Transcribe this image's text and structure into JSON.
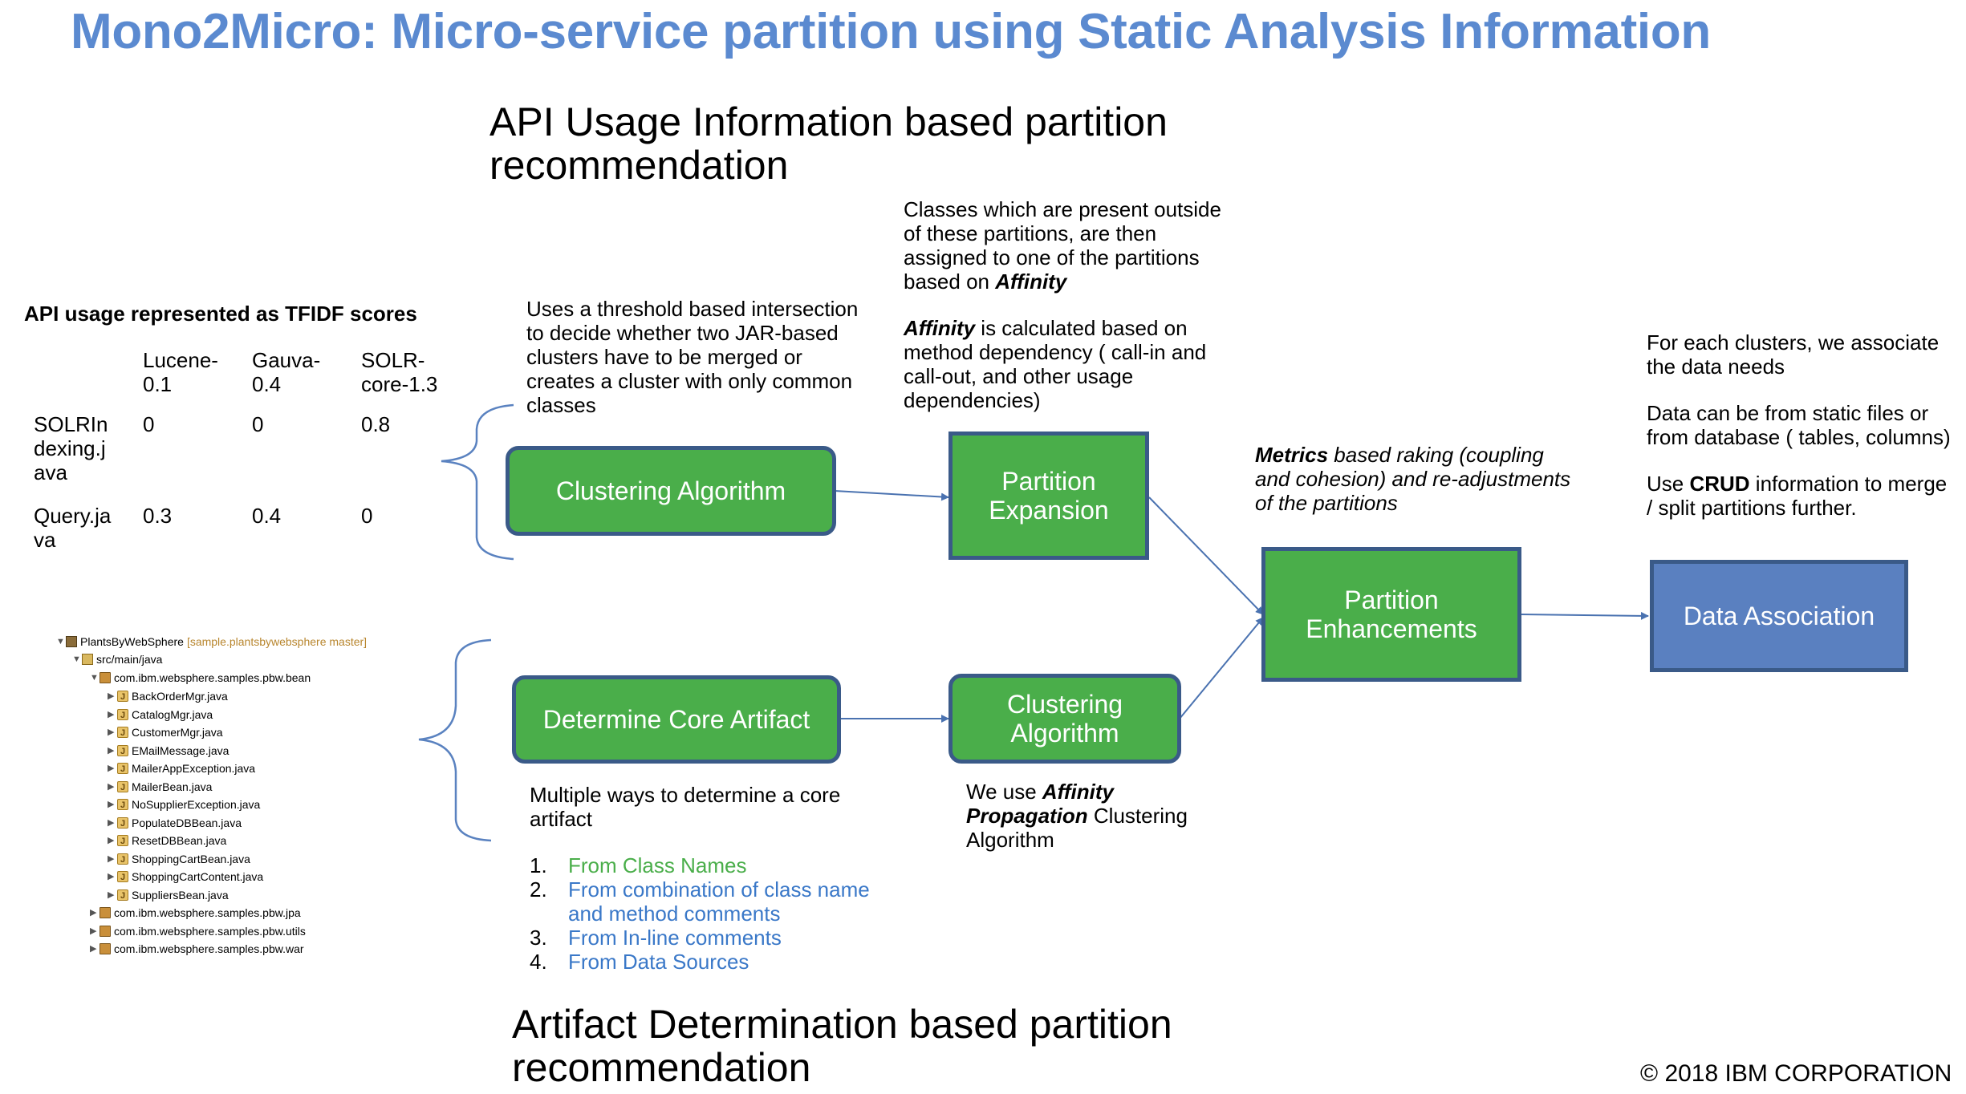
{
  "title": "Mono2Micro: Micro-service partition using Static Analysis Information",
  "top_heading": "API Usage Information based partition recommendation",
  "bottom_heading": "Artifact Determination based partition recommendation",
  "tfidf": {
    "caption": "API usage represented as TFIDF scores",
    "columns": [
      "Lucene-0.1",
      "Gauva-0.4",
      "SOLR-core-1.3"
    ],
    "rows": [
      {
        "name": "SOLRIndexing.java",
        "values": [
          "0",
          "0",
          "0.8"
        ]
      },
      {
        "name": "Query.java",
        "values": [
          "0.3",
          "0.4",
          "0"
        ]
      }
    ]
  },
  "project_tree": {
    "project": "PlantsByWebSphere",
    "project_meta": "[sample.plantsbywebsphere master]",
    "source_folder": "src/main/java",
    "bean_package": "com.ibm.websphere.samples.pbw.bean",
    "files": [
      "BackOrderMgr.java",
      "CatalogMgr.java",
      "CustomerMgr.java",
      "EMailMessage.java",
      "MailerAppException.java",
      "MailerBean.java",
      "NoSupplierException.java",
      "PopulateDBBean.java",
      "ResetDBBean.java",
      "ShoppingCartBean.java",
      "ShoppingCartContent.java",
      "SuppliersBean.java"
    ],
    "other_packages": [
      "com.ibm.websphere.samples.pbw.jpa",
      "com.ibm.websphere.samples.pbw.utils",
      "com.ibm.websphere.samples.pbw.war"
    ]
  },
  "boxes": {
    "clustering_top": "Clustering Algorithm",
    "partition_expansion": "Partition Expansion",
    "determine_core": "Determine Core Artifact",
    "clustering_bottom": "Clustering Algorithm",
    "partition_enhancements": "Partition Enhancements",
    "data_association": "Data Association"
  },
  "notes": {
    "threshold": "Uses a threshold based intersection to decide whether two JAR-based clusters have to be merged or creates a cluster with only common classes",
    "expansion_p1_a": "Classes which are present outside of these partitions, are then assigned to one of the partitions based on ",
    "expansion_p1_b": "Affinity",
    "expansion_p2_a": "Affinity",
    "expansion_p2_b": " is calculated based on method dependency ( call-in and call-out, and other usage dependencies)",
    "metrics_a": "Metrics",
    "metrics_b": " based raking (coupling and cohesion) and re-adjustments of the partitions",
    "data_p1": "For each clusters, we associate the data needs",
    "data_p2": "Data can be from static files or from database ( tables, columns)",
    "data_p3_a": "Use ",
    "data_p3_b": "CRUD",
    "data_p3_c": " information to merge / split partitions further.",
    "core_intro": "Multiple ways to determine a core artifact",
    "affinity_a": "We use ",
    "affinity_b": "Affinity Propagation",
    "affinity_c": " Clustering Algorithm"
  },
  "core_methods": [
    {
      "num": "1.",
      "text": "From Class Names",
      "color": "#4aae4a"
    },
    {
      "num": "2.",
      "text": "From combination of class name and method comments",
      "color": "#3a78c8"
    },
    {
      "num": "3.",
      "text": "From In-line comments",
      "color": "#3a78c8"
    },
    {
      "num": "4.",
      "text": "From Data Sources",
      "color": "#3a78c8"
    }
  ],
  "copyright": "© 2018 IBM CORPORATION",
  "colors": {
    "title": "#5b8ad0",
    "box_green": "#4aae4a",
    "box_blue": "#5a80c0",
    "box_border": "#3a5a88",
    "arrow": "#4a72b0"
  }
}
